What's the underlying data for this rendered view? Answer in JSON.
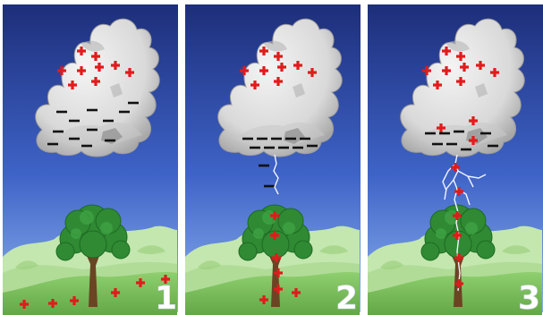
{
  "panels": [
    {
      "number": "1",
      "stage": "charge-separation"
    },
    {
      "number": "2",
      "stage": "stepped-leader"
    },
    {
      "number": "3",
      "stage": "return-stroke"
    }
  ],
  "colors": {
    "sky_top": "#1d2e7a",
    "sky_bottom": "#7ea6e8",
    "cloud": "#e6e6e6",
    "cloud_shadow": "#a9a9a9",
    "grass_light": "#a9d98b",
    "grass_dark": "#5fa444",
    "tree_foliage": "#2f8a33",
    "tree_trunk": "#6b4424",
    "positive_charge": "#e11b1b",
    "negative_charge": "#111111",
    "lightning": "#f2f4ff"
  }
}
